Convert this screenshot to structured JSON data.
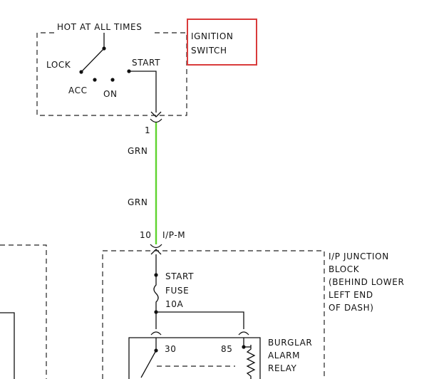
{
  "ignition": {
    "hot_label": "HOT AT ALL TIMES",
    "lock": "LOCK",
    "acc": "ACC",
    "on": "ON",
    "start": "START",
    "title_line1": "IGNITION",
    "title_line2": "SWITCH",
    "title_border_color": "#d93b3b"
  },
  "wire_top": {
    "pin_top": "1",
    "color_label_1": "GRN",
    "color_label_2": "GRN",
    "pin_bottom": "10",
    "connector": "I/P-M",
    "wire_color": "#5fd32f"
  },
  "junction": {
    "line1": "I/P JUNCTION",
    "line2": "BLOCK",
    "line3": "(BEHIND LOWER",
    "line4": "LEFT END",
    "line5": "OF DASH)"
  },
  "fuse": {
    "line1": "START",
    "line2": "FUSE",
    "line3": "10A"
  },
  "relay": {
    "terminal_30": "30",
    "terminal_85": "85",
    "line1": "BURGLAR",
    "line2": "ALARM",
    "line3": "RELAY"
  }
}
